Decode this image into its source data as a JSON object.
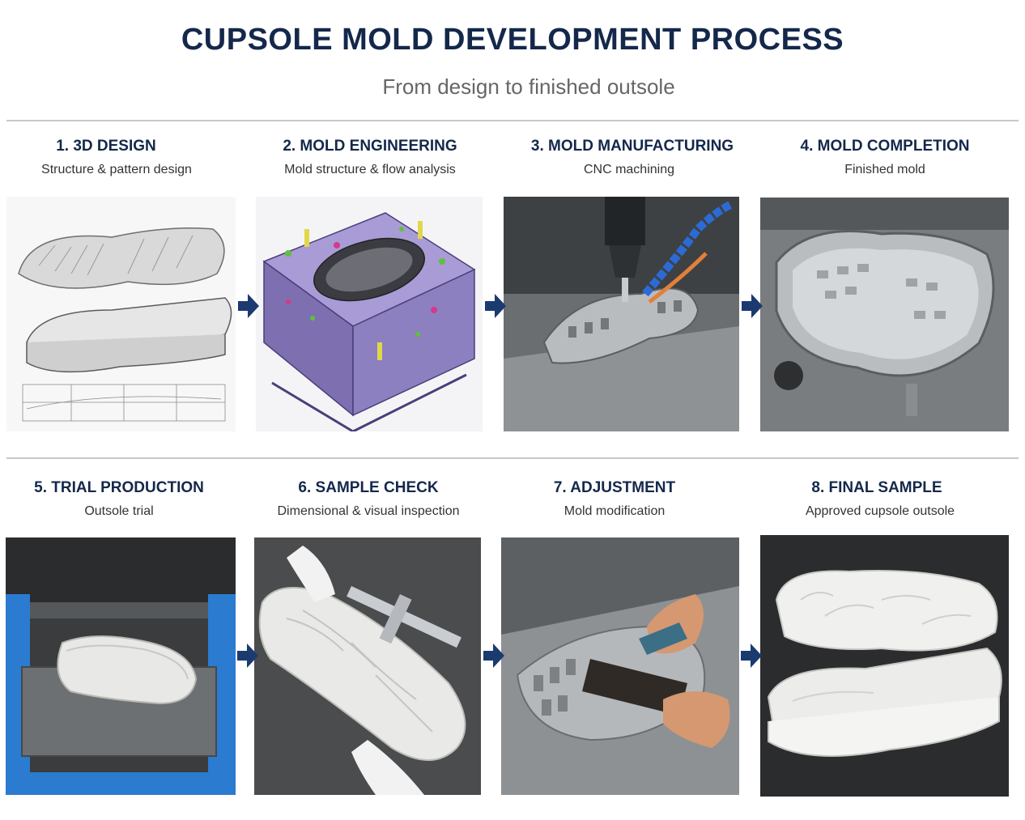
{
  "header": {
    "title": "CUPSOLE MOLD DEVELOPMENT PROCESS",
    "subtitle": "From design to finished outsole"
  },
  "colors": {
    "title": "#14284b",
    "arrow": "#1b3a70",
    "rule": "#c8c8c8"
  },
  "steps": [
    {
      "title": "1. 3D DESIGN",
      "subtitle": "Structure & pattern design",
      "icon": "cad-drawing"
    },
    {
      "title": "2. MOLD ENGINEERING",
      "subtitle": "Mold structure & flow analysis",
      "icon": "mold-assembly-render"
    },
    {
      "title": "3. MOLD MANUFACTURING",
      "subtitle": "CNC machining",
      "icon": "cnc-spindle"
    },
    {
      "title": "4. MOLD COMPLETION",
      "subtitle": "Finished mold",
      "icon": "steel-mold"
    },
    {
      "title": "5. TRIAL PRODUCTION",
      "subtitle": "Outsole trial",
      "icon": "press-machine"
    },
    {
      "title": "6. SAMPLE CHECK",
      "subtitle": "Dimensional & visual inspection",
      "icon": "caliper-inspection"
    },
    {
      "title": "7. ADJUSTMENT",
      "subtitle": "Mold modification",
      "icon": "hand-grinder"
    },
    {
      "title": "8. FINAL SAMPLE",
      "subtitle": "Approved cupsole outsole",
      "icon": "white-outsole"
    }
  ]
}
